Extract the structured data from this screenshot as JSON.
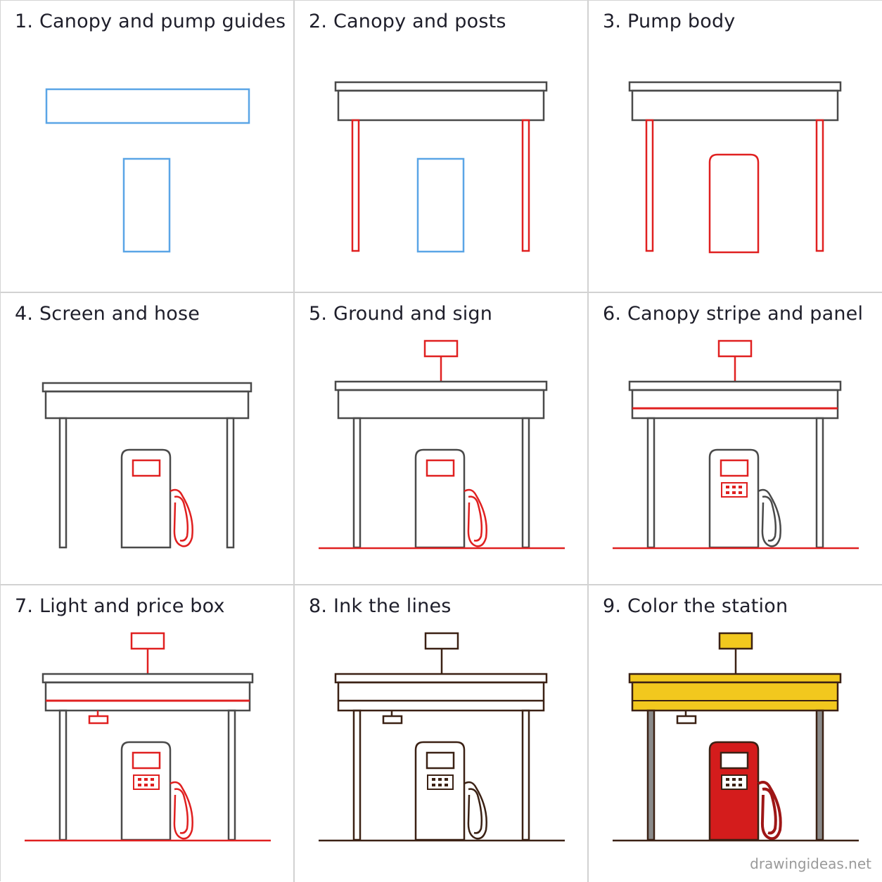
{
  "steps": [
    {
      "number": "1.",
      "title": "Canopy and pump guides"
    },
    {
      "number": "2.",
      "title": "Canopy and posts"
    },
    {
      "number": "3.",
      "title": "Pump body"
    },
    {
      "number": "4.",
      "title": "Screen and hose"
    },
    {
      "number": "5.",
      "title": "Ground and sign"
    },
    {
      "number": "6.",
      "title": "Canopy stripe and panel"
    },
    {
      "number": "7.",
      "title": "Light and price box"
    },
    {
      "number": "8.",
      "title": "Ink the lines"
    },
    {
      "number": "9.",
      "title": "Color the station"
    }
  ],
  "watermark": "drawingideas.net",
  "colors": {
    "guide": "#5aa5e6",
    "new_stroke": "#e02020",
    "pencil": "#4a4a4a",
    "ink": "#3b2114",
    "canopy_fill": "#f2c81e",
    "pump_fill": "#d41c1c",
    "post_fill": "#8a8a8a"
  }
}
